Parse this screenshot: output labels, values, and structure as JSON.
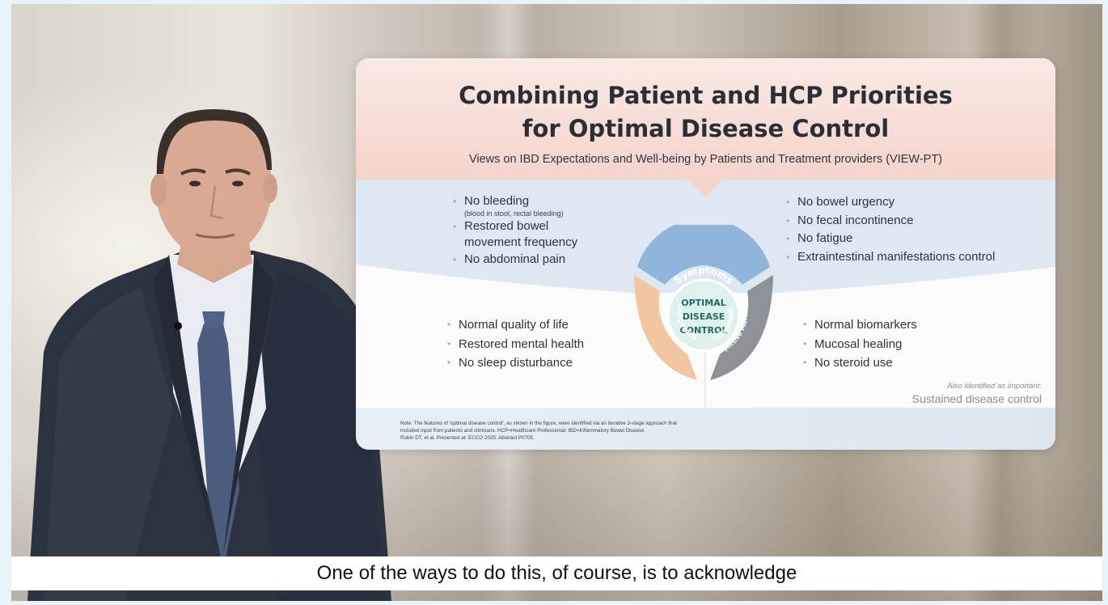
{
  "slide": {
    "title_line1": "Combining Patient and HCP Priorities",
    "title_line2": "for Optimal Disease Control",
    "subtitle": "Views on IBD Expectations and Well-being by Patients and Treatment providers (VIEW-PT)",
    "top_left_bullets": {
      "b1": "No bleeding",
      "b1_sub": "(blood in stool, rectal bleeding)",
      "b2_line1": "Restored bowel",
      "b2_line2": "movement frequency",
      "b3": "No abdominal pain"
    },
    "top_right_bullets": [
      "No bowel urgency",
      "No fecal incontinence",
      "No fatigue",
      "Extraintestinal manifestations control"
    ],
    "bottom_left_bullets": [
      "Normal quality of life",
      "Restored mental health",
      "No sleep disturbance"
    ],
    "bottom_right_bullets": [
      "Normal biomarkers",
      "Mucosal healing",
      "No steroid use"
    ],
    "wheel": {
      "center_line1": "OPTIMAL",
      "center_line2": "DISEASE",
      "center_line3": "CONTROL",
      "segment_top": "Symptoms",
      "segment_left_line1": "Functional",
      "segment_left_line2": "outcomes",
      "segment_right_line1": "Objective Markers",
      "segment_right_line2": "of inflammation"
    },
    "also_label": "Also identified as important:",
    "also_value": "Sustained disease control",
    "note_line1": "Note: The features of 'optimal disease control', as shown in the figure, were identified via an iterative 3-stage approach that",
    "note_line2": "included input from patients and clinicians. HCP=Healthcare Professional; IBD=Inflammatory Bowel Disease.",
    "note_line3": "Rubin DT, et al. Presented at: ECCO 2025. Abstract P0705."
  },
  "caption": "One of the ways to do this, of course, is to acknowledge",
  "colors": {
    "symptoms_segment": "#8fb5dc",
    "functional_segment": "#f2c79f",
    "objective_segment": "#8e9197",
    "center": "#dff1ec",
    "center_text": "#1c6e63"
  }
}
